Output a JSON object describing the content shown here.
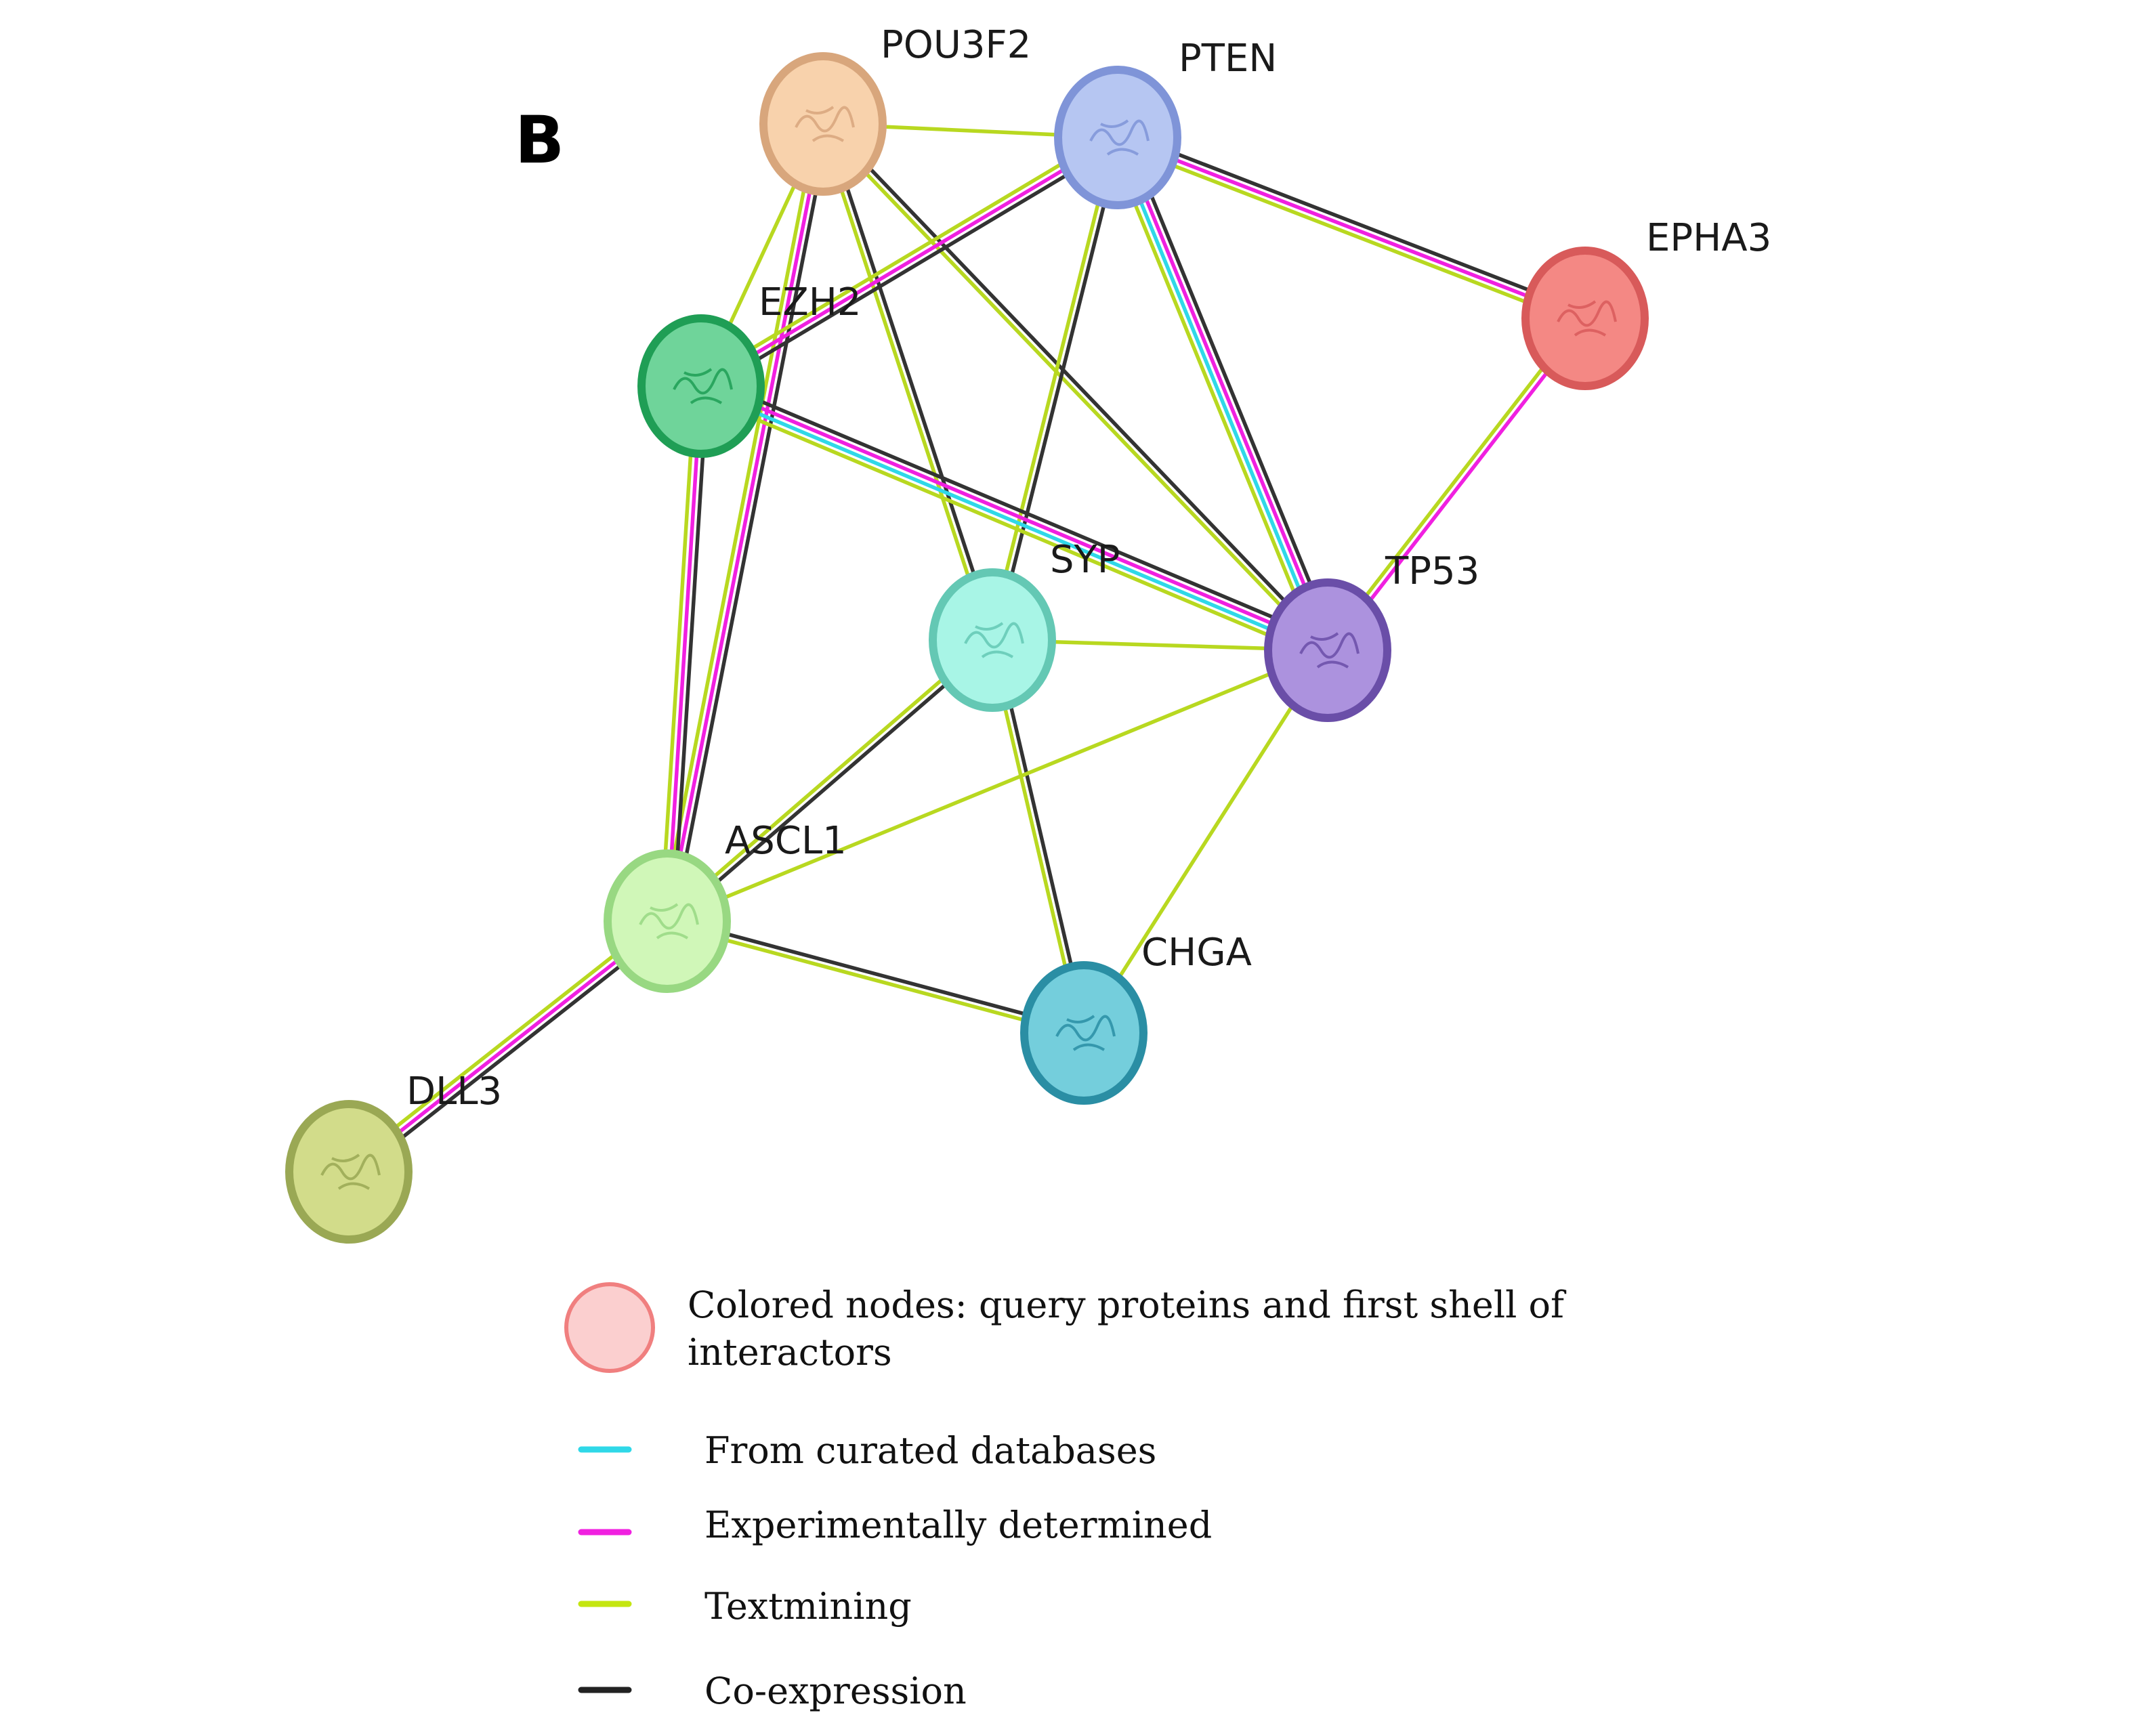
{
  "figure": {
    "panel_label": "B"
  },
  "nodes": [
    {
      "id": "POU3F2",
      "label": "POU3F2",
      "fill": "#f8d2ac",
      "stroke": "#d8a67c"
    },
    {
      "id": "PTEN",
      "label": "PTEN",
      "fill": "#b6c6f2",
      "stroke": "#7f94d8"
    },
    {
      "id": "EPHA3",
      "label": "EPHA3",
      "fill": "#f48884",
      "stroke": "#d85a5a"
    },
    {
      "id": "EZH2",
      "label": "EZH2",
      "fill": "#6fd49a",
      "stroke": "#1f9e55"
    },
    {
      "id": "SYP",
      "label": "SYP",
      "fill": "#a8f5e6",
      "stroke": "#64c8b4"
    },
    {
      "id": "TP53",
      "label": "TP53",
      "fill": "#ac92de",
      "stroke": "#6a4ea8"
    },
    {
      "id": "ASCL1",
      "label": "ASCL1",
      "fill": "#d0f7b8",
      "stroke": "#98d882"
    },
    {
      "id": "CHGA",
      "label": "CHGA",
      "fill": "#74cedc",
      "stroke": "#2a8ea4"
    },
    {
      "id": "DLL3",
      "label": "DLL3",
      "fill": "#d2dc8a",
      "stroke": "#9aa854"
    }
  ],
  "edges": [
    {
      "source": "POU3F2",
      "target": "PTEN",
      "types": [
        "textmining"
      ]
    },
    {
      "source": "POU3F2",
      "target": "EZH2",
      "types": [
        "textmining"
      ]
    },
    {
      "source": "POU3F2",
      "target": "ASCL1",
      "types": [
        "coexpression",
        "experimental",
        "textmining"
      ]
    },
    {
      "source": "POU3F2",
      "target": "SYP",
      "types": [
        "coexpression",
        "textmining"
      ]
    },
    {
      "source": "POU3F2",
      "target": "TP53",
      "types": [
        "coexpression",
        "textmining"
      ]
    },
    {
      "source": "PTEN",
      "target": "EZH2",
      "types": [
        "coexpression",
        "experimental",
        "textmining"
      ]
    },
    {
      "source": "PTEN",
      "target": "EPHA3",
      "types": [
        "coexpression",
        "experimental",
        "textmining"
      ]
    },
    {
      "source": "PTEN",
      "target": "TP53",
      "types": [
        "coexpression",
        "experimental",
        "curated",
        "textmining"
      ]
    },
    {
      "source": "PTEN",
      "target": "SYP",
      "types": [
        "coexpression",
        "textmining"
      ]
    },
    {
      "source": "EPHA3",
      "target": "TP53",
      "types": [
        "experimental",
        "textmining"
      ]
    },
    {
      "source": "EZH2",
      "target": "TP53",
      "types": [
        "coexpression",
        "experimental",
        "curated",
        "textmining"
      ]
    },
    {
      "source": "EZH2",
      "target": "ASCL1",
      "types": [
        "coexpression",
        "experimental",
        "textmining"
      ]
    },
    {
      "source": "SYP",
      "target": "TP53",
      "types": [
        "textmining"
      ]
    },
    {
      "source": "SYP",
      "target": "ASCL1",
      "types": [
        "coexpression",
        "textmining"
      ]
    },
    {
      "source": "SYP",
      "target": "CHGA",
      "types": [
        "coexpression",
        "textmining"
      ]
    },
    {
      "source": "TP53",
      "target": "ASCL1",
      "types": [
        "textmining"
      ]
    },
    {
      "source": "TP53",
      "target": "CHGA",
      "types": [
        "textmining"
      ]
    },
    {
      "source": "ASCL1",
      "target": "CHGA",
      "types": [
        "coexpression",
        "textmining"
      ]
    },
    {
      "source": "ASCL1",
      "target": "DLL3",
      "types": [
        "coexpression",
        "experimental",
        "textmining"
      ]
    }
  ],
  "edge_colors": {
    "curated": "#2fd8e8",
    "experimental": "#f020e0",
    "textmining": "#b8d820",
    "coexpression": "#333333"
  },
  "legend": {
    "node_text_line1": "Colored nodes: query proteins and first shell of",
    "node_text_line2": "interactors",
    "node_swatch_fill": "#fbcfcf",
    "node_swatch_stroke": "#f07f7f",
    "items": [
      {
        "label": "From curated databases",
        "color": "#2fd8e8"
      },
      {
        "label": "Experimentally determined",
        "color": "#f020e0"
      },
      {
        "label": "Textmining",
        "color": "#c4e610"
      },
      {
        "label": "Co-expression",
        "color": "#222222"
      }
    ]
  }
}
